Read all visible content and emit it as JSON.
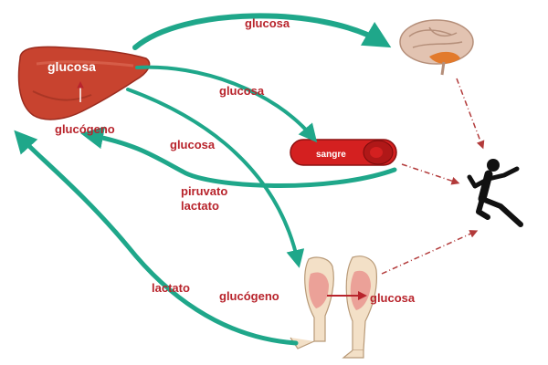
{
  "colors": {
    "arrow": "#1fa78a",
    "label": "#b8242c",
    "liver": "#c8432f",
    "blood": "#d42020",
    "dashed": "#b23a3a"
  },
  "labels": {
    "liver_glucosa": "glucosa",
    "liver_glucogeno": "glucógeno",
    "top_glucosa": "glucosa",
    "mid_glucosa_1": "glucosa",
    "mid_glucosa_2": "glucosa",
    "sangre": "sangre",
    "piruvato": "piruvato",
    "lactato_1": "lactato",
    "lactato_2": "lactato",
    "muscle_glucogeno": "glucógeno",
    "muscle_glucosa": "glucosa"
  }
}
